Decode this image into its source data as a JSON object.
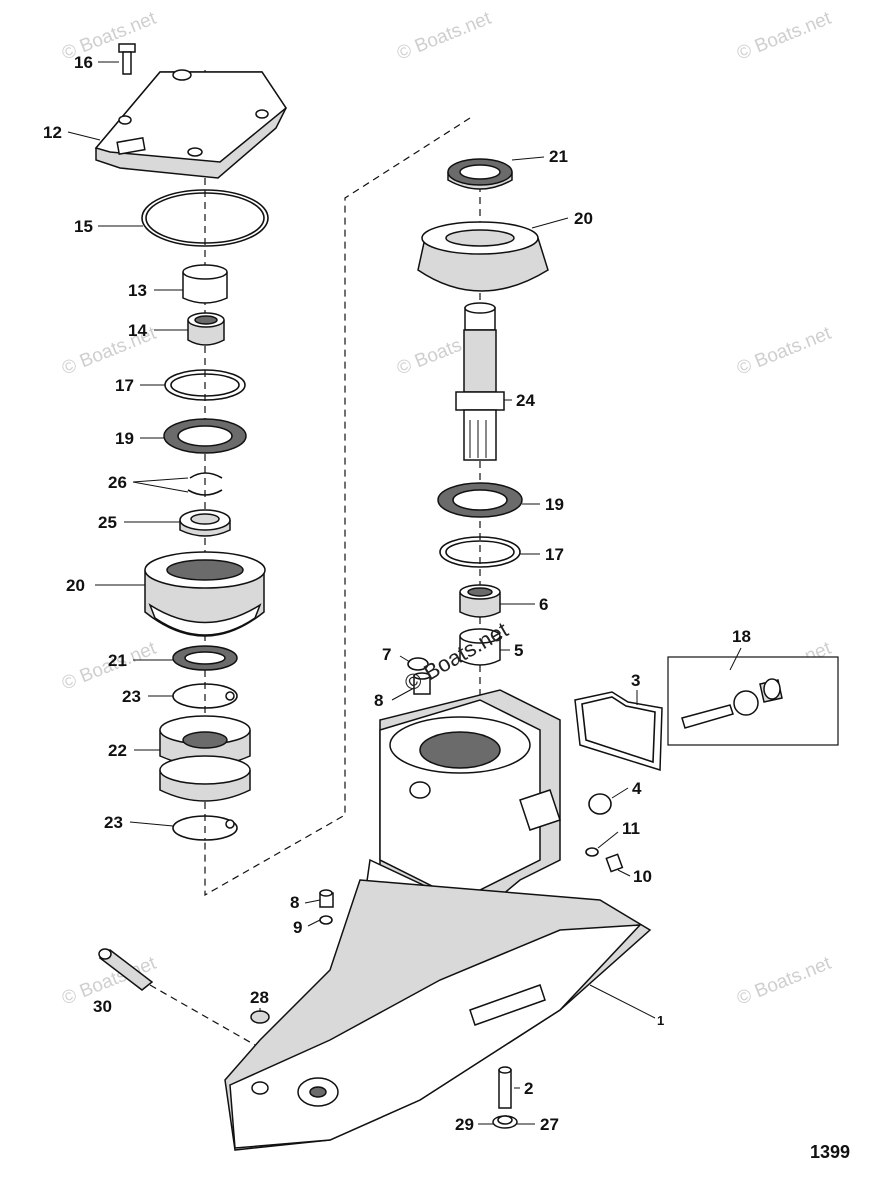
{
  "watermark": {
    "text": "© Boats.net"
  },
  "figure_number": "1399",
  "callouts": [
    {
      "id": "c16",
      "text": "16"
    },
    {
      "id": "c12",
      "text": "12"
    },
    {
      "id": "c15",
      "text": "15"
    },
    {
      "id": "c13",
      "text": "13"
    },
    {
      "id": "c14",
      "text": "14"
    },
    {
      "id": "c17a",
      "text": "17"
    },
    {
      "id": "c19a",
      "text": "19"
    },
    {
      "id": "c26",
      "text": "26"
    },
    {
      "id": "c25",
      "text": "25"
    },
    {
      "id": "c20a",
      "text": "20"
    },
    {
      "id": "c21a",
      "text": "21"
    },
    {
      "id": "c23a",
      "text": "23"
    },
    {
      "id": "c22",
      "text": "22"
    },
    {
      "id": "c23b",
      "text": "23"
    },
    {
      "id": "c21b",
      "text": "21"
    },
    {
      "id": "c20b",
      "text": "20"
    },
    {
      "id": "c24",
      "text": "24"
    },
    {
      "id": "c19b",
      "text": "19"
    },
    {
      "id": "c17b",
      "text": "17"
    },
    {
      "id": "c6",
      "text": "6"
    },
    {
      "id": "c5",
      "text": "5"
    },
    {
      "id": "c7",
      "text": "7"
    },
    {
      "id": "c8a",
      "text": "8"
    },
    {
      "id": "c18",
      "text": "18"
    },
    {
      "id": "c3",
      "text": "3"
    },
    {
      "id": "c4",
      "text": "4"
    },
    {
      "id": "c11",
      "text": "11"
    },
    {
      "id": "c10",
      "text": "10"
    },
    {
      "id": "c8b",
      "text": "8"
    },
    {
      "id": "c9",
      "text": "9"
    },
    {
      "id": "c1",
      "text": "1"
    },
    {
      "id": "c28",
      "text": "28"
    },
    {
      "id": "c30",
      "text": "30"
    },
    {
      "id": "c2",
      "text": "2"
    },
    {
      "id": "c29",
      "text": "29"
    },
    {
      "id": "c27",
      "text": "27"
    }
  ]
}
